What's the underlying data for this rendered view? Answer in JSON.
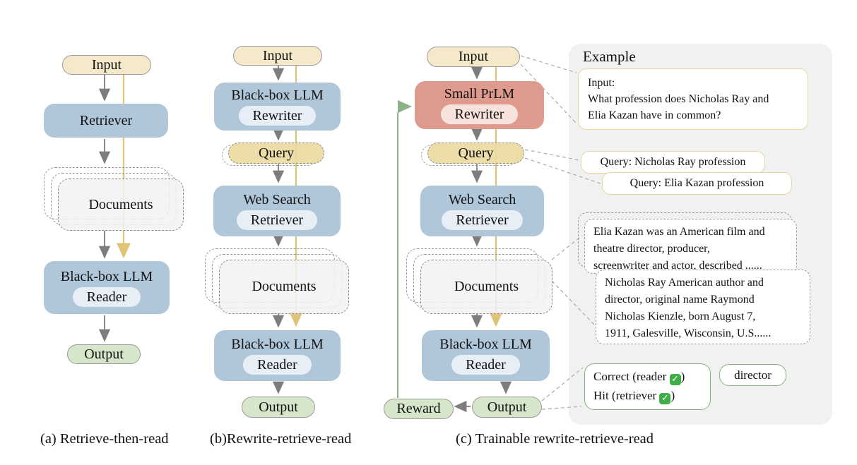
{
  "colors": {
    "blue_box": "#b0c7da",
    "blue_inner": "#e8eef6",
    "red_box": "#de9a8c",
    "red_inner": "#f8e3dc",
    "input_tan": "#f5e9c9",
    "query_tan": "#eadaa2",
    "output_green": "#d5e6ca",
    "documents_gray": "#f2f2f2",
    "panel_gray": "#f1f1f2",
    "bubble_tan_border": "#e6d7a3",
    "bubble_green_border": "#86b281",
    "arrow_gray": "#7d7d7d",
    "arrow_yellow": "#e0c377",
    "arrow_green": "#8cb289",
    "check_green": "#3fae48"
  },
  "columns": {
    "a": {
      "caption": "(a) Retrieve-then-read",
      "input": "Input",
      "retriever": "Retriever",
      "documents": "Documents",
      "reader_title": "Black-box LLM",
      "reader_sub": "Reader",
      "output": "Output"
    },
    "b": {
      "caption": "(b)Rewrite-retrieve-read",
      "input": "Input",
      "rewriter_title": "Black-box LLM",
      "rewriter_sub": "Rewriter",
      "query": "Query",
      "retriever_title": "Web Search",
      "retriever_sub": "Retriever",
      "documents": "Documents",
      "reader_title": "Black-box LLM",
      "reader_sub": "Reader",
      "output": "Output"
    },
    "c": {
      "caption": "(c) Trainable rewrite-retrieve-read",
      "input": "Input",
      "rewriter_title": "Small PrLM",
      "rewriter_sub": "Rewriter",
      "query": "Query",
      "retriever_title": "Web Search",
      "retriever_sub": "Retriever",
      "documents": "Documents",
      "reader_title": "Black-box LLM",
      "reader_sub": "Reader",
      "output": "Output",
      "reward": "Reward"
    }
  },
  "example": {
    "title": "Example",
    "input_lines": [
      "Input:",
      "What profession does Nicholas Ray and",
      "Elia Kazan have in common?"
    ],
    "query1": "Query: Nicholas Ray profession",
    "query2": "Query: Elia Kazan profession",
    "doc1_lines": [
      "Elia Kazan was an American film and",
      "theatre director, producer,",
      "screenwriter and actor, described ......"
    ],
    "doc2_lines": [
      "Nicholas Ray American author and",
      "director, original name Raymond",
      "Nicholas Kienzle, born August 7,",
      "1911, Galesville, Wisconsin, U.S......"
    ],
    "result_line1_prefix": "Correct (reader ",
    "result_line2_prefix": "Hit (retriever ",
    "result_paren": ")",
    "check_glyph": "✓",
    "answer": "director"
  }
}
